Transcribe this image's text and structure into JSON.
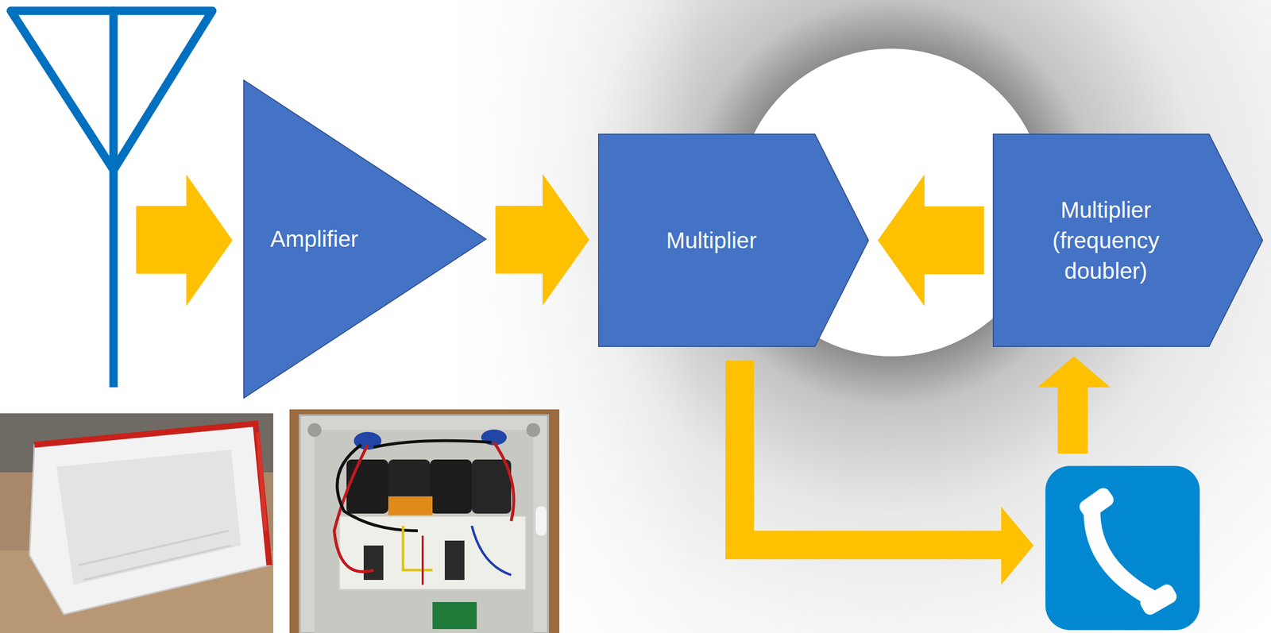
{
  "diagram": {
    "nodes": [
      {
        "text": [
          "Amplifier"
        ]
      },
      {
        "text": [
          "Multiplier"
        ]
      },
      {
        "text": [
          "Multiplier (frequency doubler)"
        ]
      }
    ],
    "edges": [
      {
        "from": 0,
        "to": 1,
        "arrow": "to"
      },
      {
        "from": 2,
        "to": 1,
        "arrow": "to"
      }
    ]
  }
}
